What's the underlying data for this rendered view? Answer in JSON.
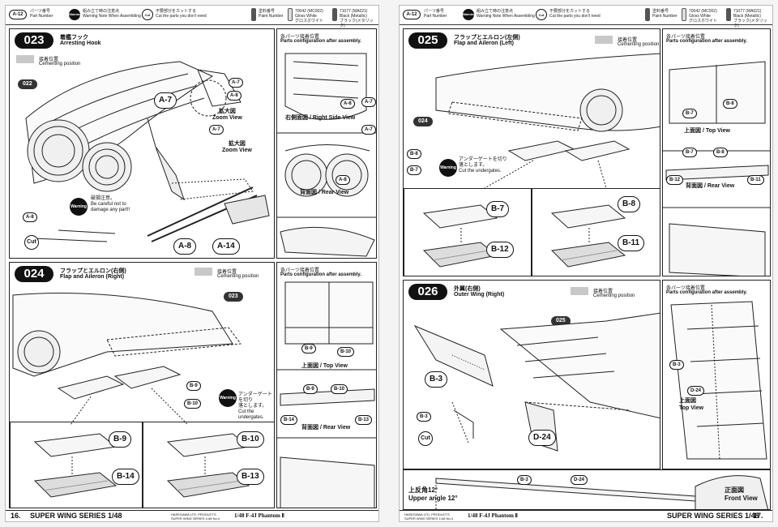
{
  "header": {
    "part_code": "A-12",
    "part_number_jp": "パーツ番号",
    "part_number_en": "Part Number",
    "warning_jp": "組み立て時の注意点",
    "warning_en": "Warning Note When Assembling",
    "cut_jp": "不要部分をカットする",
    "cut_en": "Cut the parts you don't need",
    "paint_jp": "塗料番号",
    "paint_en": "Paint Number",
    "paint_1_code": "70042 (MC002)",
    "paint_1_name": "Gloss White",
    "paint_1_jp": "グロスホワイト",
    "paint_2_code": "71077 (MA021)",
    "paint_2_name": "Black (Metallic)",
    "paint_2_jp": "ブラック(メタリック)",
    "warning_icon": "Warning",
    "cut_icon": "Cut"
  },
  "steps": {
    "s023": {
      "num": "023",
      "title_jp": "着艦フック",
      "title_en": "Arresting Hook",
      "cement_jp": "接着位置",
      "cement_en": "Cementing position",
      "ref_022": "022",
      "label_a7": "A-7",
      "label_a8": "A-8",
      "label_a14": "A-14",
      "zoom_jp": "拡大図",
      "zoom_en": "Zoom View",
      "warning_jp": "破損注意。",
      "warning_en_1": "Be careful not to",
      "warning_en_2": "damage any part!!"
    },
    "s023_panel": {
      "jp": "各パーツ接着位置",
      "en": "Parts configuration after assembly.",
      "right_jp": "右側面図",
      "right_en": "Right Side View",
      "rear_jp": "背面図",
      "rear_en": "Rear View"
    },
    "s024": {
      "num": "024",
      "title_jp": "フラップとエルロン(右側)",
      "title_en": "Flap and Aileron (Right)",
      "cement_jp": "接着位置",
      "cement_en": "Cementing position",
      "ref_023": "023",
      "label_b9": "B-9",
      "label_b10": "B-10",
      "label_b13": "B-13",
      "label_b14": "B-14",
      "warning_jp_1": "アンダーゲートを切り",
      "warning_jp_2": "落とします。",
      "warning_en": "Cut the undergates."
    },
    "s024_panel": {
      "jp": "各パーツ接着位置",
      "en": "Parts configuration after assembly.",
      "top_jp": "上面図",
      "top_en": "Top View",
      "rear_jp": "背面図",
      "rear_en": "Rear View"
    },
    "s025": {
      "num": "025",
      "title_jp": "フラップとエルロン(左側)",
      "title_en": "Flap and Aileron (Left)",
      "cement_jp": "接着位置",
      "cement_en": "Cementing position",
      "ref_024": "024",
      "label_b7": "B-7",
      "label_b8": "B-8",
      "label_b11": "B-11",
      "label_b12": "B-12",
      "warning_jp_1": "アンダーゲートを切り",
      "warning_jp_2": "落とします。",
      "warning_en": "Cut the undergates."
    },
    "s025_panel": {
      "jp": "各パーツ接着位置",
      "en": "Parts configuration after assembly.",
      "top_jp": "上面図",
      "top_en": "Top View",
      "rear_jp": "背面図",
      "rear_en": "Rear View"
    },
    "s026": {
      "num": "026",
      "title_jp": "外翼(右側)",
      "title_en": "Outer Wing (Right)",
      "cement_jp": "接着位置",
      "cement_en": "Cementing position",
      "ref_025": "025",
      "label_b3": "B-3",
      "label_d24": "D-24",
      "angle_jp": "上反角12°",
      "angle_en": "Upper angle 12°",
      "front_jp": "正面図",
      "front_en": "Front View"
    },
    "s026_panel": {
      "jp": "各パーツ接着位置",
      "en": "Parts configuration after assembly.",
      "top_jp": "上面図",
      "top_en": "Top View"
    }
  },
  "footer": {
    "left_page": "16.",
    "right_page": "17.",
    "series": "SUPER WING SERIES",
    "scale": "1/48",
    "product": "1/48  F-4J  Phantom Ⅱ",
    "publisher_1": "HASEGAWA LTD. PRODUCTS",
    "publisher_2": "SUPER WING SERIES  1/48 No.4"
  }
}
